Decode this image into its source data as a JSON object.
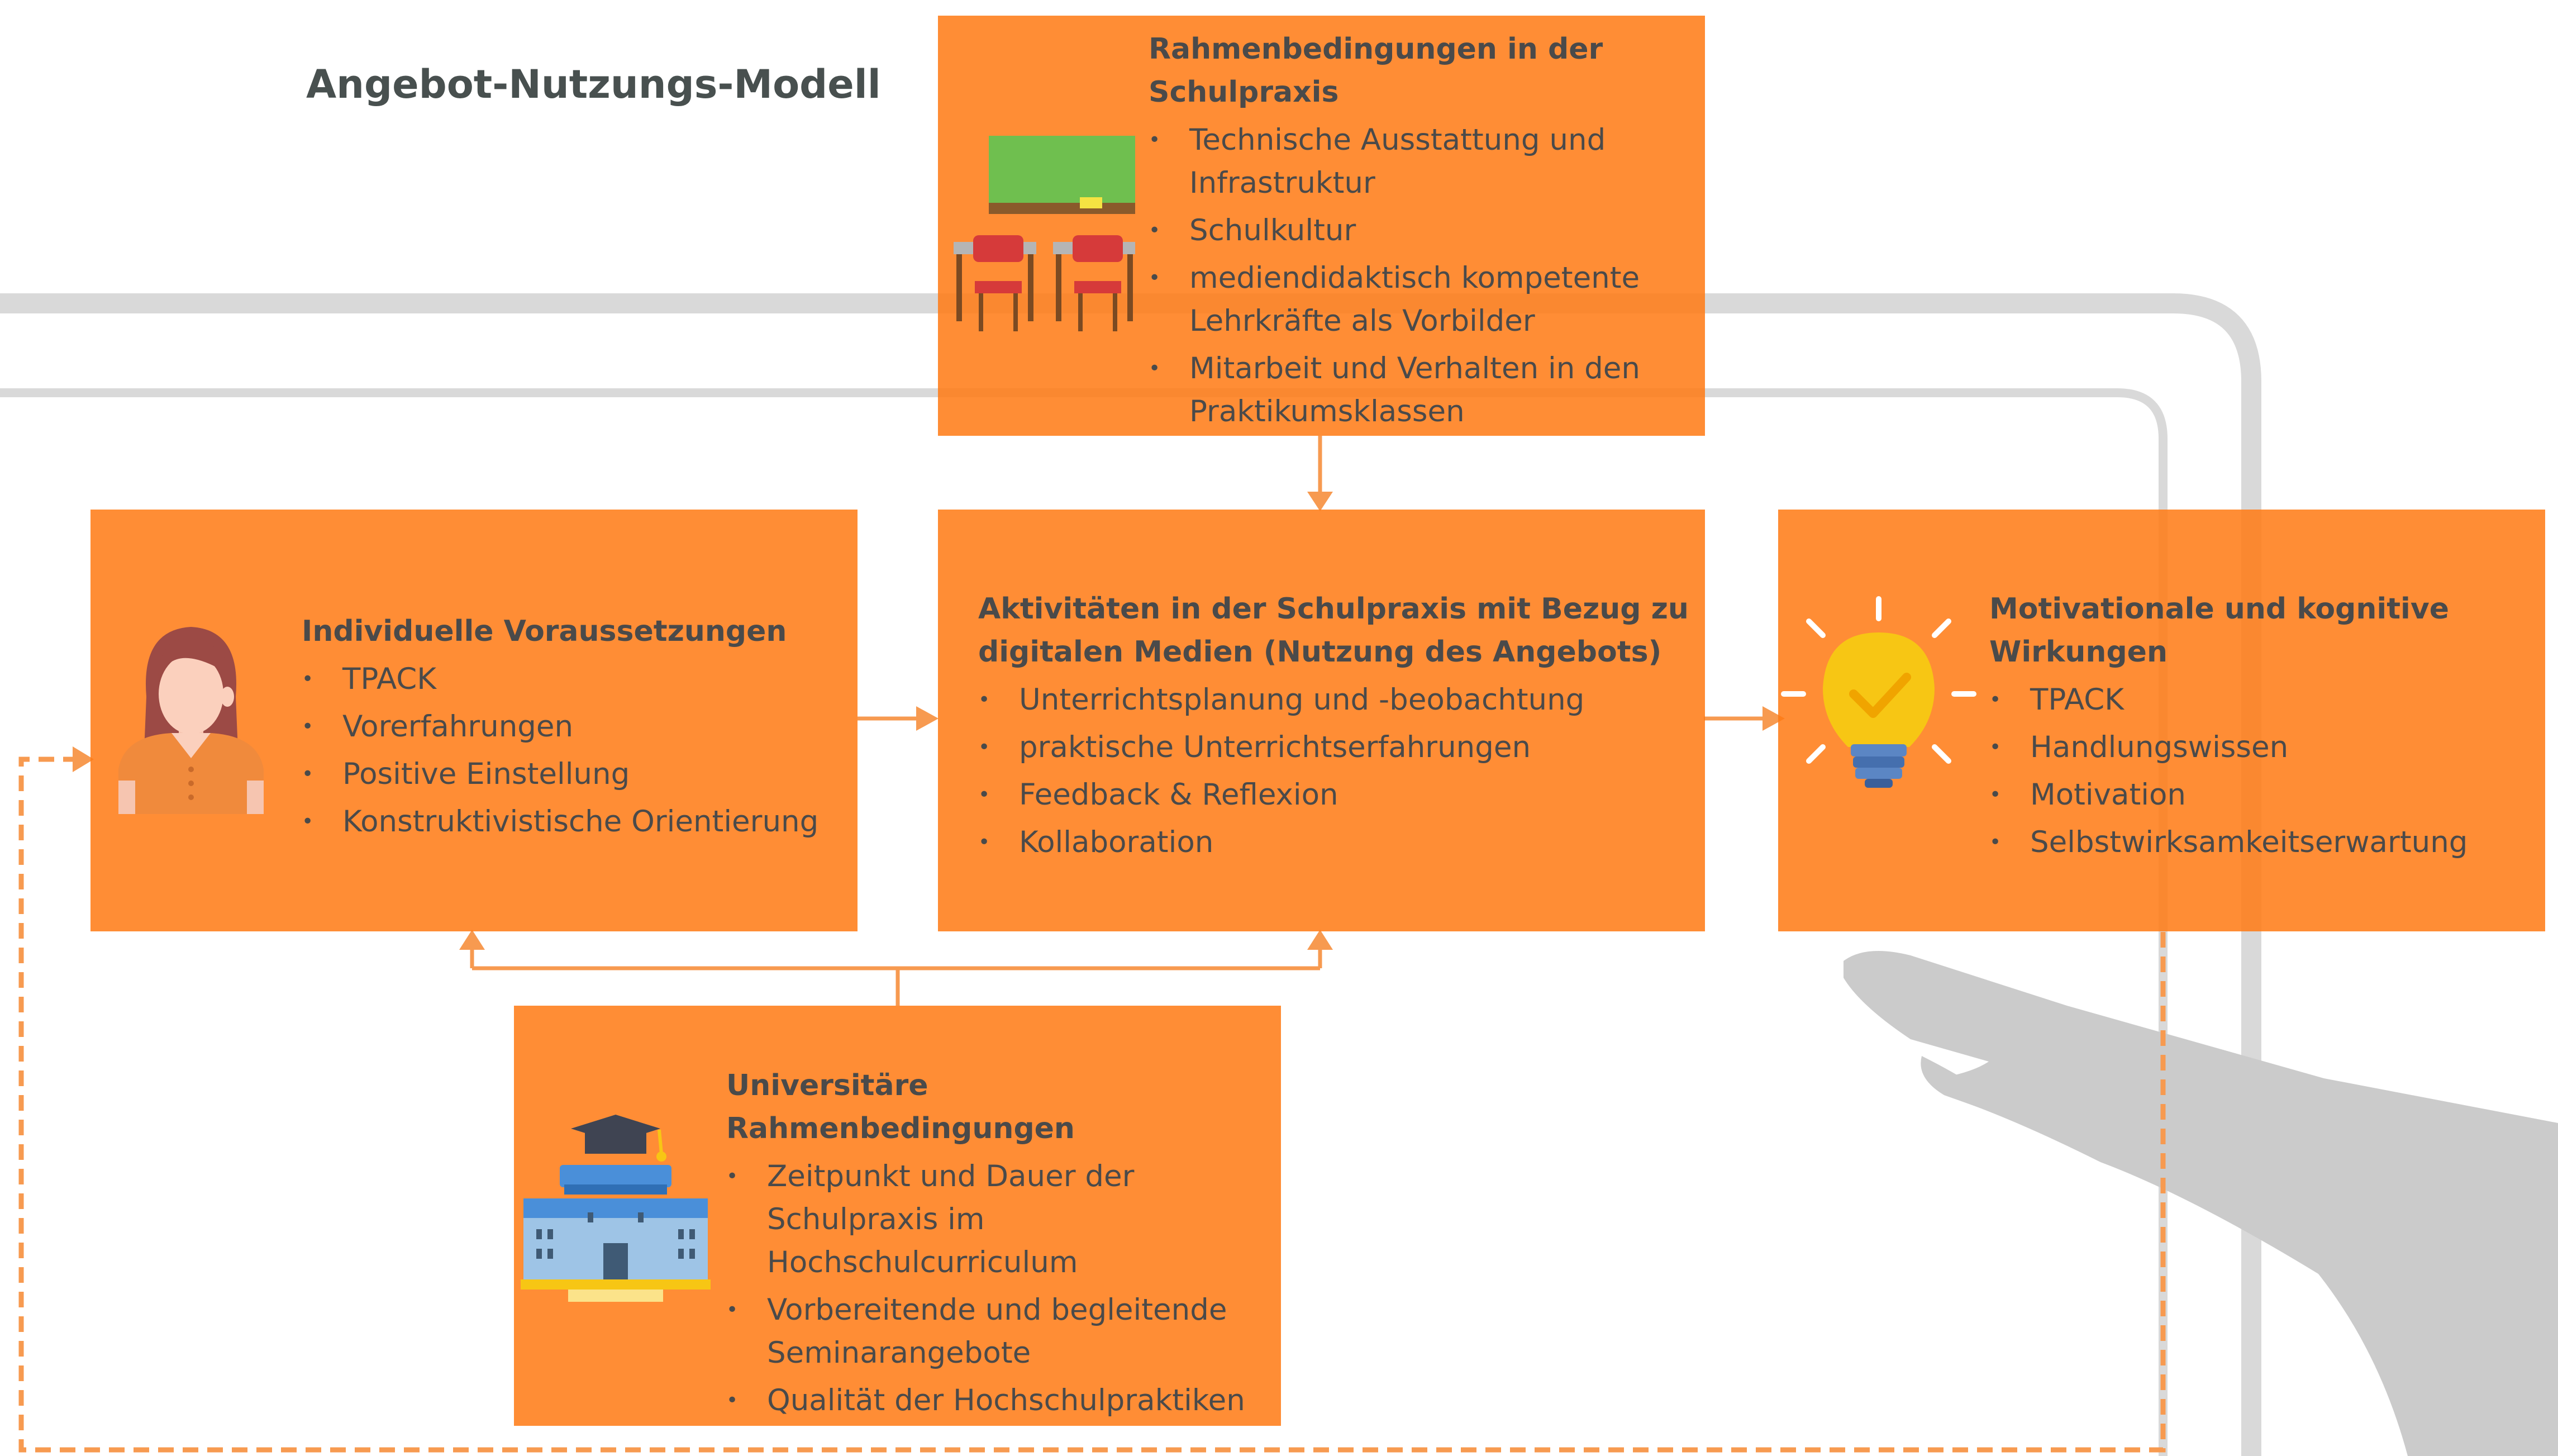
{
  "page_title": "Angebot-Nutzungs-Modell",
  "colors": {
    "box": "#ff7912",
    "text": "#4a4a4a",
    "arrow": "#f79a50",
    "frame": "#d9d9d9"
  },
  "boxes": {
    "rahmen_schule": {
      "title": "Rahmenbedingungen in der\nSchulpraxis",
      "icon": "classroom-icon",
      "items": [
        "Technische Ausstattung und\nInfrastruktur",
        "Schulkultur",
        "mediendidaktisch kompetente\nLehrkräfte als Vorbilder",
        "Mitarbeit und Verhalten in den\nPraktikumsklassen"
      ]
    },
    "individuell": {
      "title": "Individuelle Voraussetzungen",
      "icon": "student-icon",
      "items": [
        "TPACK",
        "Vorerfahrungen",
        "Positive Einstellung",
        "Konstruktivistische Orientierung"
      ]
    },
    "aktivitaeten": {
      "title": "Aktivitäten in der Schulpraxis mit Bezug zu\ndigitalen Medien (Nutzung des Angebots)",
      "items": [
        "Unterrichtsplanung und -beobachtung",
        "praktische Unterrichtserfahrungen",
        "Feedback & Reflexion",
        "Kollaboration"
      ]
    },
    "wirkungen": {
      "title": "Motivationale und kognitive\nWirkungen",
      "icon": "lightbulb-icon",
      "items": [
        "TPACK",
        "Handlungswissen",
        "Motivation",
        "Selbstwirksamkeitserwartung"
      ]
    },
    "universitaet": {
      "title": "Universitäre Rahmenbedingungen",
      "icon": "university-icon",
      "items": [
        "Zeitpunkt und Dauer der\nSchulpraxis im\nHochschulcurriculum",
        "Vorbereitende und begleitende\nSeminarangebote",
        "Qualität der Hochschulpraktiken"
      ]
    }
  }
}
